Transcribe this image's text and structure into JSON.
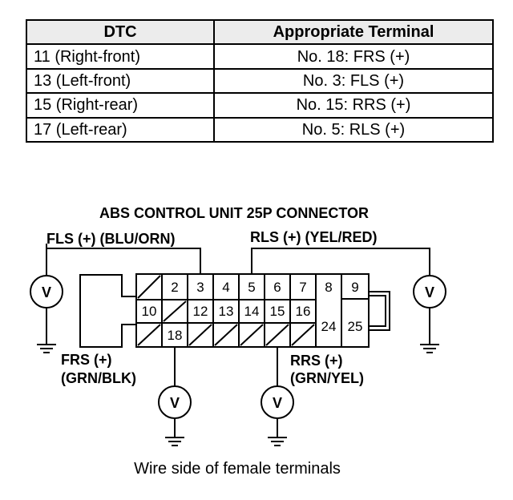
{
  "table": {
    "headers": [
      "DTC",
      "Appropriate Terminal"
    ],
    "rows": [
      [
        "11 (Right-front)",
        "No. 18: FRS (+)"
      ],
      [
        "13 (Left-front)",
        "No. 3: FLS (+)"
      ],
      [
        "15 (Right-rear)",
        "No. 15: RRS (+)"
      ],
      [
        "17 (Left-rear)",
        "No. 5: RLS (+)"
      ]
    ]
  },
  "diagram": {
    "title": "ABS CONTROL UNIT 25P CONNECTOR",
    "fls_label": "FLS (+) (BLU/ORN)",
    "rls_label": "RLS (+) (YEL/RED)",
    "frs_label": [
      "FRS (+)",
      "(GRN/BLK)"
    ],
    "rrs_label": [
      "RRS (+)",
      "(GRN/YEL)"
    ],
    "connector_pins": {
      "row1": [
        "2",
        "3",
        "4",
        "5",
        "6",
        "7"
      ],
      "row2": [
        "10",
        "12",
        "13",
        "14",
        "15",
        "16"
      ],
      "row3": [
        "18"
      ],
      "right": [
        "8",
        "9",
        "24",
        "25"
      ]
    },
    "voltmeter_symbol": "V",
    "caption": "Wire side of female terminals"
  }
}
